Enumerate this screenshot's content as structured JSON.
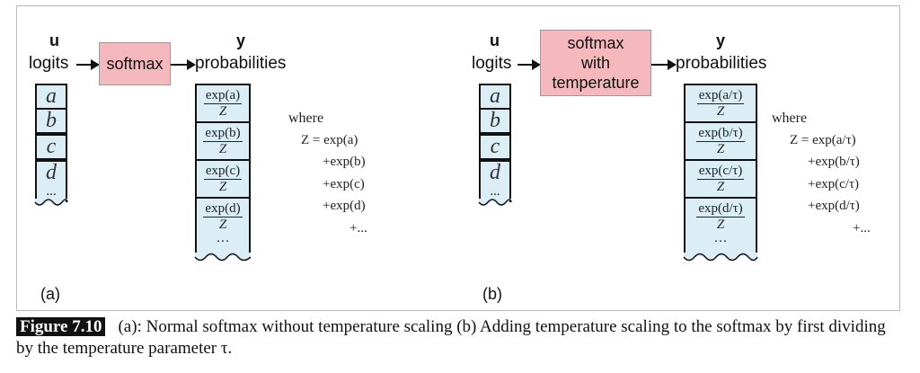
{
  "panel_a": {
    "u_label": "u",
    "logits_label": "logits",
    "softmax_label": "softmax",
    "y_label": "y",
    "probabilities_label": "probabilities",
    "inputs": [
      "a",
      "b",
      "c",
      "d"
    ],
    "inputs_ellipsis": "...",
    "outputs": [
      {
        "num": "exp(a)",
        "den": "Z"
      },
      {
        "num": "exp(b)",
        "den": "Z"
      },
      {
        "num": "exp(c)",
        "den": "Z"
      },
      {
        "num": "exp(d)",
        "den": "Z"
      }
    ],
    "outputs_ellipsis": "···",
    "where_label": "where",
    "equation_lines": [
      "Z = exp(a)",
      "+exp(b)",
      "+exp(c)",
      "+exp(d)",
      "+..."
    ],
    "tag": "(a)"
  },
  "panel_b": {
    "u_label": "u",
    "logits_label": "logits",
    "softmax_label_1": "softmax",
    "softmax_label_2": "with",
    "softmax_label_3": "temperature",
    "y_label": "y",
    "probabilities_label": "probabilities",
    "inputs": [
      "a",
      "b",
      "c",
      "d"
    ],
    "inputs_ellipsis": "...",
    "outputs": [
      {
        "num": "exp(a/τ)",
        "den": "Z"
      },
      {
        "num": "exp(b/τ)",
        "den": "Z"
      },
      {
        "num": "exp(c/τ)",
        "den": "Z"
      },
      {
        "num": "exp(d/τ)",
        "den": "Z"
      }
    ],
    "outputs_ellipsis": "···",
    "where_label": "where",
    "equation_lines": [
      "Z = exp(a/τ)",
      "+exp(b/τ)",
      "+exp(c/τ)",
      "+exp(d/τ)",
      "+..."
    ],
    "tag": "(b)"
  },
  "caption": {
    "figure_label": "Figure 7.10",
    "text": "(a): Normal softmax without temperature scaling (b) Adding temperature scaling to the softmax by first dividing by the temperature parameter τ."
  },
  "colors": {
    "box_fill": "#f5b9bd",
    "cell_fill": "#dbeef6",
    "caption_badge": "#111111"
  }
}
